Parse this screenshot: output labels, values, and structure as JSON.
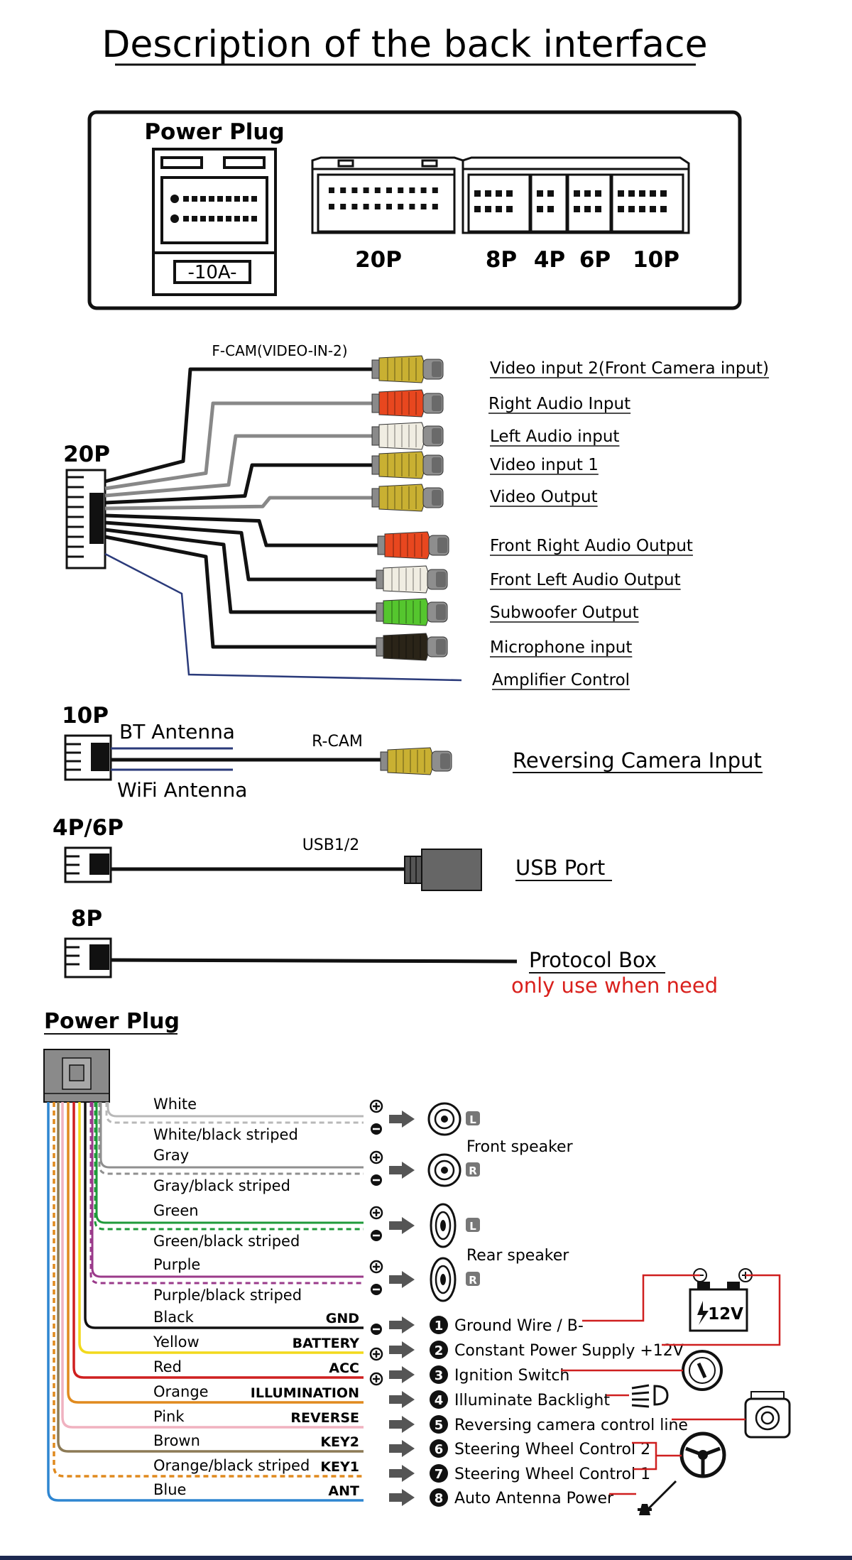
{
  "title": "Description of the back interface",
  "panel": {
    "power_plug_label": "Power Plug",
    "fuse_label": "-10A-",
    "connectors": [
      "20P",
      "8P",
      "4P",
      "6P",
      "10P"
    ]
  },
  "harness20": {
    "label": "20P",
    "fcam_label": "F-CAM(VIDEO-IN-2)",
    "outputs": [
      {
        "label": "Video input 2(Front Camera input)",
        "color": "#c9b032"
      },
      {
        "label": "Right Audio Input",
        "color": "#e8471f"
      },
      {
        "label": "Left Audio input",
        "color": "#f0ede2"
      },
      {
        "label": "Video input 1",
        "color": "#c9b032"
      },
      {
        "label": "Video Output",
        "color": "#c9b032"
      },
      {
        "label": "Front Right Audio Output",
        "color": "#e8471f"
      },
      {
        "label": "Front Left Audio Output",
        "color": "#f0ede2"
      },
      {
        "label": "Subwoofer Output",
        "color": "#55c62e"
      },
      {
        "label": "Microphone input",
        "color": "#2a2418"
      },
      {
        "label": "Amplifier Control",
        "color": ""
      }
    ]
  },
  "harness10": {
    "label": "10P",
    "bt_label": "BT Antenna",
    "wifi_label": "WiFi Antenna",
    "rcam_label": "R-CAM",
    "output_label": "Reversing Camera Input"
  },
  "harness46": {
    "label": "4P/6P",
    "usb_label": "USB1/2",
    "output_label": "USB Port"
  },
  "harness8": {
    "label": "8P",
    "output_label": "Protocol Box",
    "note": "only use when need"
  },
  "power": {
    "heading": "Power Plug",
    "front_speaker": "Front speaker",
    "rear_speaker": "Rear speaker",
    "battery": "12V",
    "speaker_wires": [
      {
        "name": "White",
        "color": "#b8b8b8"
      },
      {
        "name": "White/black striped",
        "color": "#b8b8b8"
      },
      {
        "name": "Gray",
        "color": "#8f8f8f"
      },
      {
        "name": "Gray/black striped",
        "color": "#8f8f8f"
      },
      {
        "name": "Green",
        "color": "#1f9a3a"
      },
      {
        "name": "Green/black striped",
        "color": "#1f9a3a"
      },
      {
        "name": "Purple",
        "color": "#9a3a8a"
      },
      {
        "name": "Purple/black striped",
        "color": "#9a3a8a"
      }
    ],
    "speaker_badges": [
      "L",
      "R",
      "L",
      "R"
    ],
    "wires": [
      {
        "name": "Black",
        "code": "GND",
        "num": "1",
        "func": "Ground Wire / B-",
        "color": "#111111"
      },
      {
        "name": "Yellow",
        "code": "BATTERY",
        "num": "2",
        "func": "Constant Power Supply +12V",
        "color": "#f2d91c"
      },
      {
        "name": "Red",
        "code": "ACC",
        "num": "3",
        "func": "Ignition Switch",
        "color": "#cf1f1f"
      },
      {
        "name": "Orange",
        "code": "ILLUMINATION",
        "num": "4",
        "func": "Illuminate Backlight",
        "color": "#e08a1e"
      },
      {
        "name": "Pink",
        "code": "REVERSE",
        "num": "5",
        "func": "Reversing camera control line",
        "color": "#f0b2c0"
      },
      {
        "name": "Brown",
        "code": "KEY2",
        "num": "6",
        "func": "Steering Wheel Control 2",
        "color": "#8c7a55"
      },
      {
        "name": "Orange/black striped",
        "code": "KEY1",
        "num": "7",
        "func": "Steering Wheel Control 1",
        "color": "#e08a1e"
      },
      {
        "name": "Blue",
        "code": "ANT",
        "num": "8",
        "func": "Auto  Antenna Power",
        "color": "#2e86d1"
      }
    ]
  }
}
